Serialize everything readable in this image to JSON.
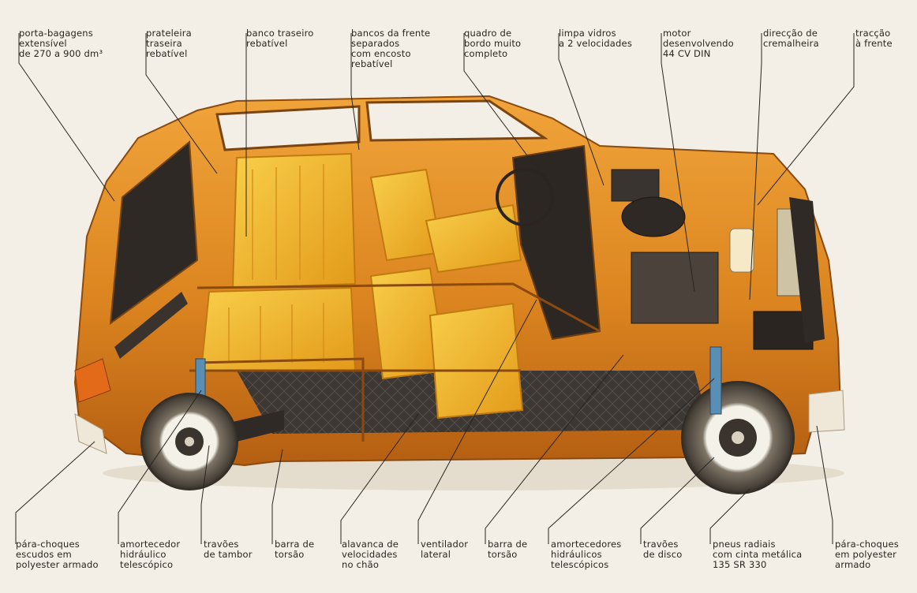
{
  "labels_top": [
    {
      "lines": [
        "porta-bagagens",
        "extensível",
        "de 270 a 900 dm³"
      ]
    },
    {
      "lines": [
        "prateleira",
        "traseira",
        "rebatível"
      ]
    },
    {
      "lines": [
        "banco traseiro",
        "rebatível"
      ]
    },
    {
      "lines": [
        "bancos da frente",
        "separados",
        "com encosto",
        "rebatível"
      ]
    },
    {
      "lines": [
        "quadro de",
        "bordo muito",
        "completo"
      ]
    },
    {
      "lines": [
        "limpa vidros",
        "a 2 velocidades"
      ]
    },
    {
      "lines": [
        "motor",
        "desenvolvendo",
        "44 CV DIN"
      ]
    },
    {
      "lines": [
        "direcção de",
        "cremalheira"
      ]
    },
    {
      "lines": [
        "tracção",
        "à frente"
      ]
    }
  ],
  "labels_bottom": [
    {
      "lines": [
        "pára-choques",
        "escudos em",
        "polyester armado"
      ]
    },
    {
      "lines": [
        "amortecedor",
        "hidráulico",
        "telescópico"
      ]
    },
    {
      "lines": [
        "travões",
        "de tambor"
      ]
    },
    {
      "lines": [
        "barra de",
        "torsão"
      ]
    },
    {
      "lines": [
        "alavanca de",
        "velocidades",
        "no chão"
      ]
    },
    {
      "lines": [
        "ventilador",
        "lateral"
      ]
    },
    {
      "lines": [
        "barra de",
        "torsão"
      ]
    },
    {
      "lines": [
        "amortecedores",
        "hidráulicos",
        "telescópicos"
      ]
    },
    {
      "lines": [
        "travões",
        "de disco"
      ]
    },
    {
      "lines": [
        "pneus radiais",
        "com cinta metálica",
        "135 SR 330"
      ]
    },
    {
      "lines": [
        "pára-choques",
        "em polyester",
        "armado"
      ]
    }
  ],
  "colors": {
    "background": "#f3efe6",
    "body": "#e08a1e",
    "body_dark": "#b8600f",
    "seat": "#f1b72a",
    "seat_dark": "#d98f14",
    "ink": "#2a2520",
    "floor": "#3a3430"
  }
}
